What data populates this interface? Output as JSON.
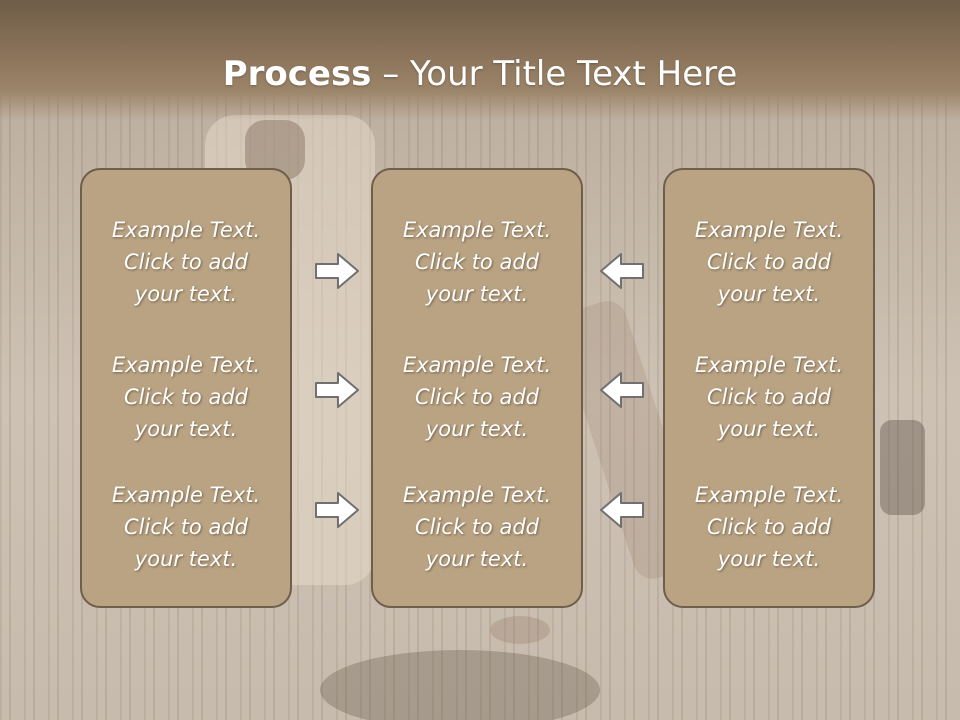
{
  "slide": {
    "title_bold": "Process",
    "title_rest": " – Your Title Text Here"
  },
  "columns": [
    {
      "items": [
        {
          "line1": "Example Text.",
          "line2": "Click  to add",
          "line3": "your text."
        },
        {
          "line1": "Example Text.",
          "line2": "Click  to add",
          "line3": "your text."
        },
        {
          "line1": "Example Text.",
          "line2": "Click  to add",
          "line3": "your text."
        }
      ]
    },
    {
      "items": [
        {
          "line1": "Example Text.",
          "line2": "Click  to add",
          "line3": "your text."
        },
        {
          "line1": "Example Text.",
          "line2": "Click  to add",
          "line3": "your text."
        },
        {
          "line1": "Example Text.",
          "line2": "Click  to add",
          "line3": "your text."
        }
      ]
    },
    {
      "items": [
        {
          "line1": "Example Text.",
          "line2": "Click  to add",
          "line3": "your text."
        },
        {
          "line1": "Example Text.",
          "line2": "Click  to add",
          "line3": "your text."
        },
        {
          "line1": "Example Text.",
          "line2": "Click  to add",
          "line3": "your text."
        }
      ]
    }
  ],
  "arrows": {
    "left_group": "right-arrow-icon",
    "right_group": "left-arrow-icon"
  },
  "colors": {
    "title_bar": "#8a735a",
    "box_fill": "#b9a383",
    "box_border": "#6e5e4b",
    "arrow_fill": "#ffffff",
    "arrow_stroke": "#707070"
  }
}
